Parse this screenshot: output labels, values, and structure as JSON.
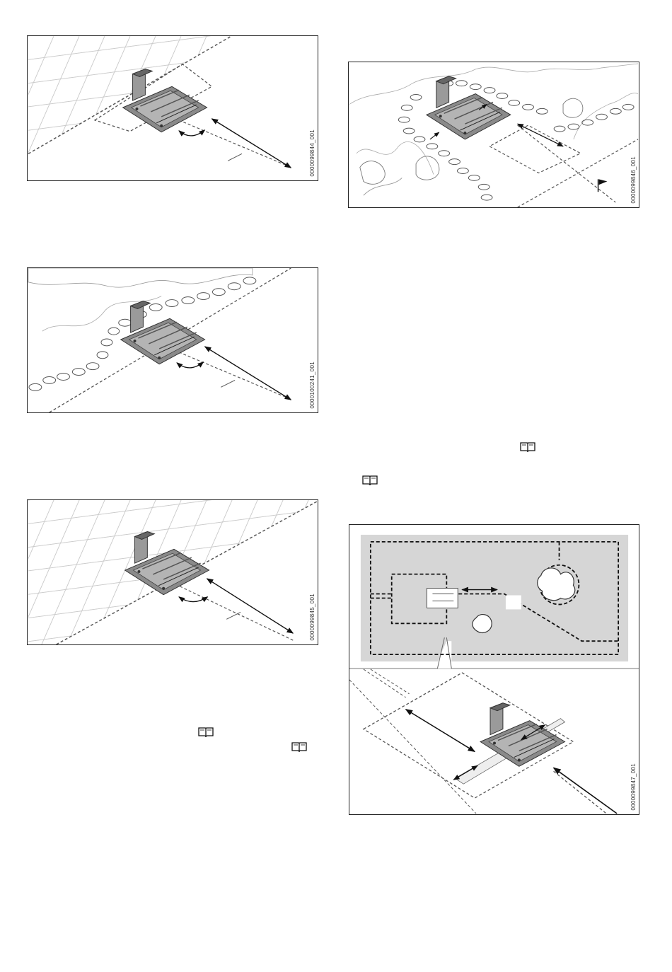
{
  "figures": [
    {
      "id": "fig-1",
      "code": "0000099844_001"
    },
    {
      "id": "fig-2",
      "code": "0000100241_001"
    },
    {
      "id": "fig-3",
      "code": "0000099845_001"
    },
    {
      "id": "fig-4",
      "code": "0000099846_001"
    },
    {
      "id": "fig-5",
      "code": "0000099847_001"
    }
  ],
  "icons": {
    "reference": "book-icon"
  }
}
